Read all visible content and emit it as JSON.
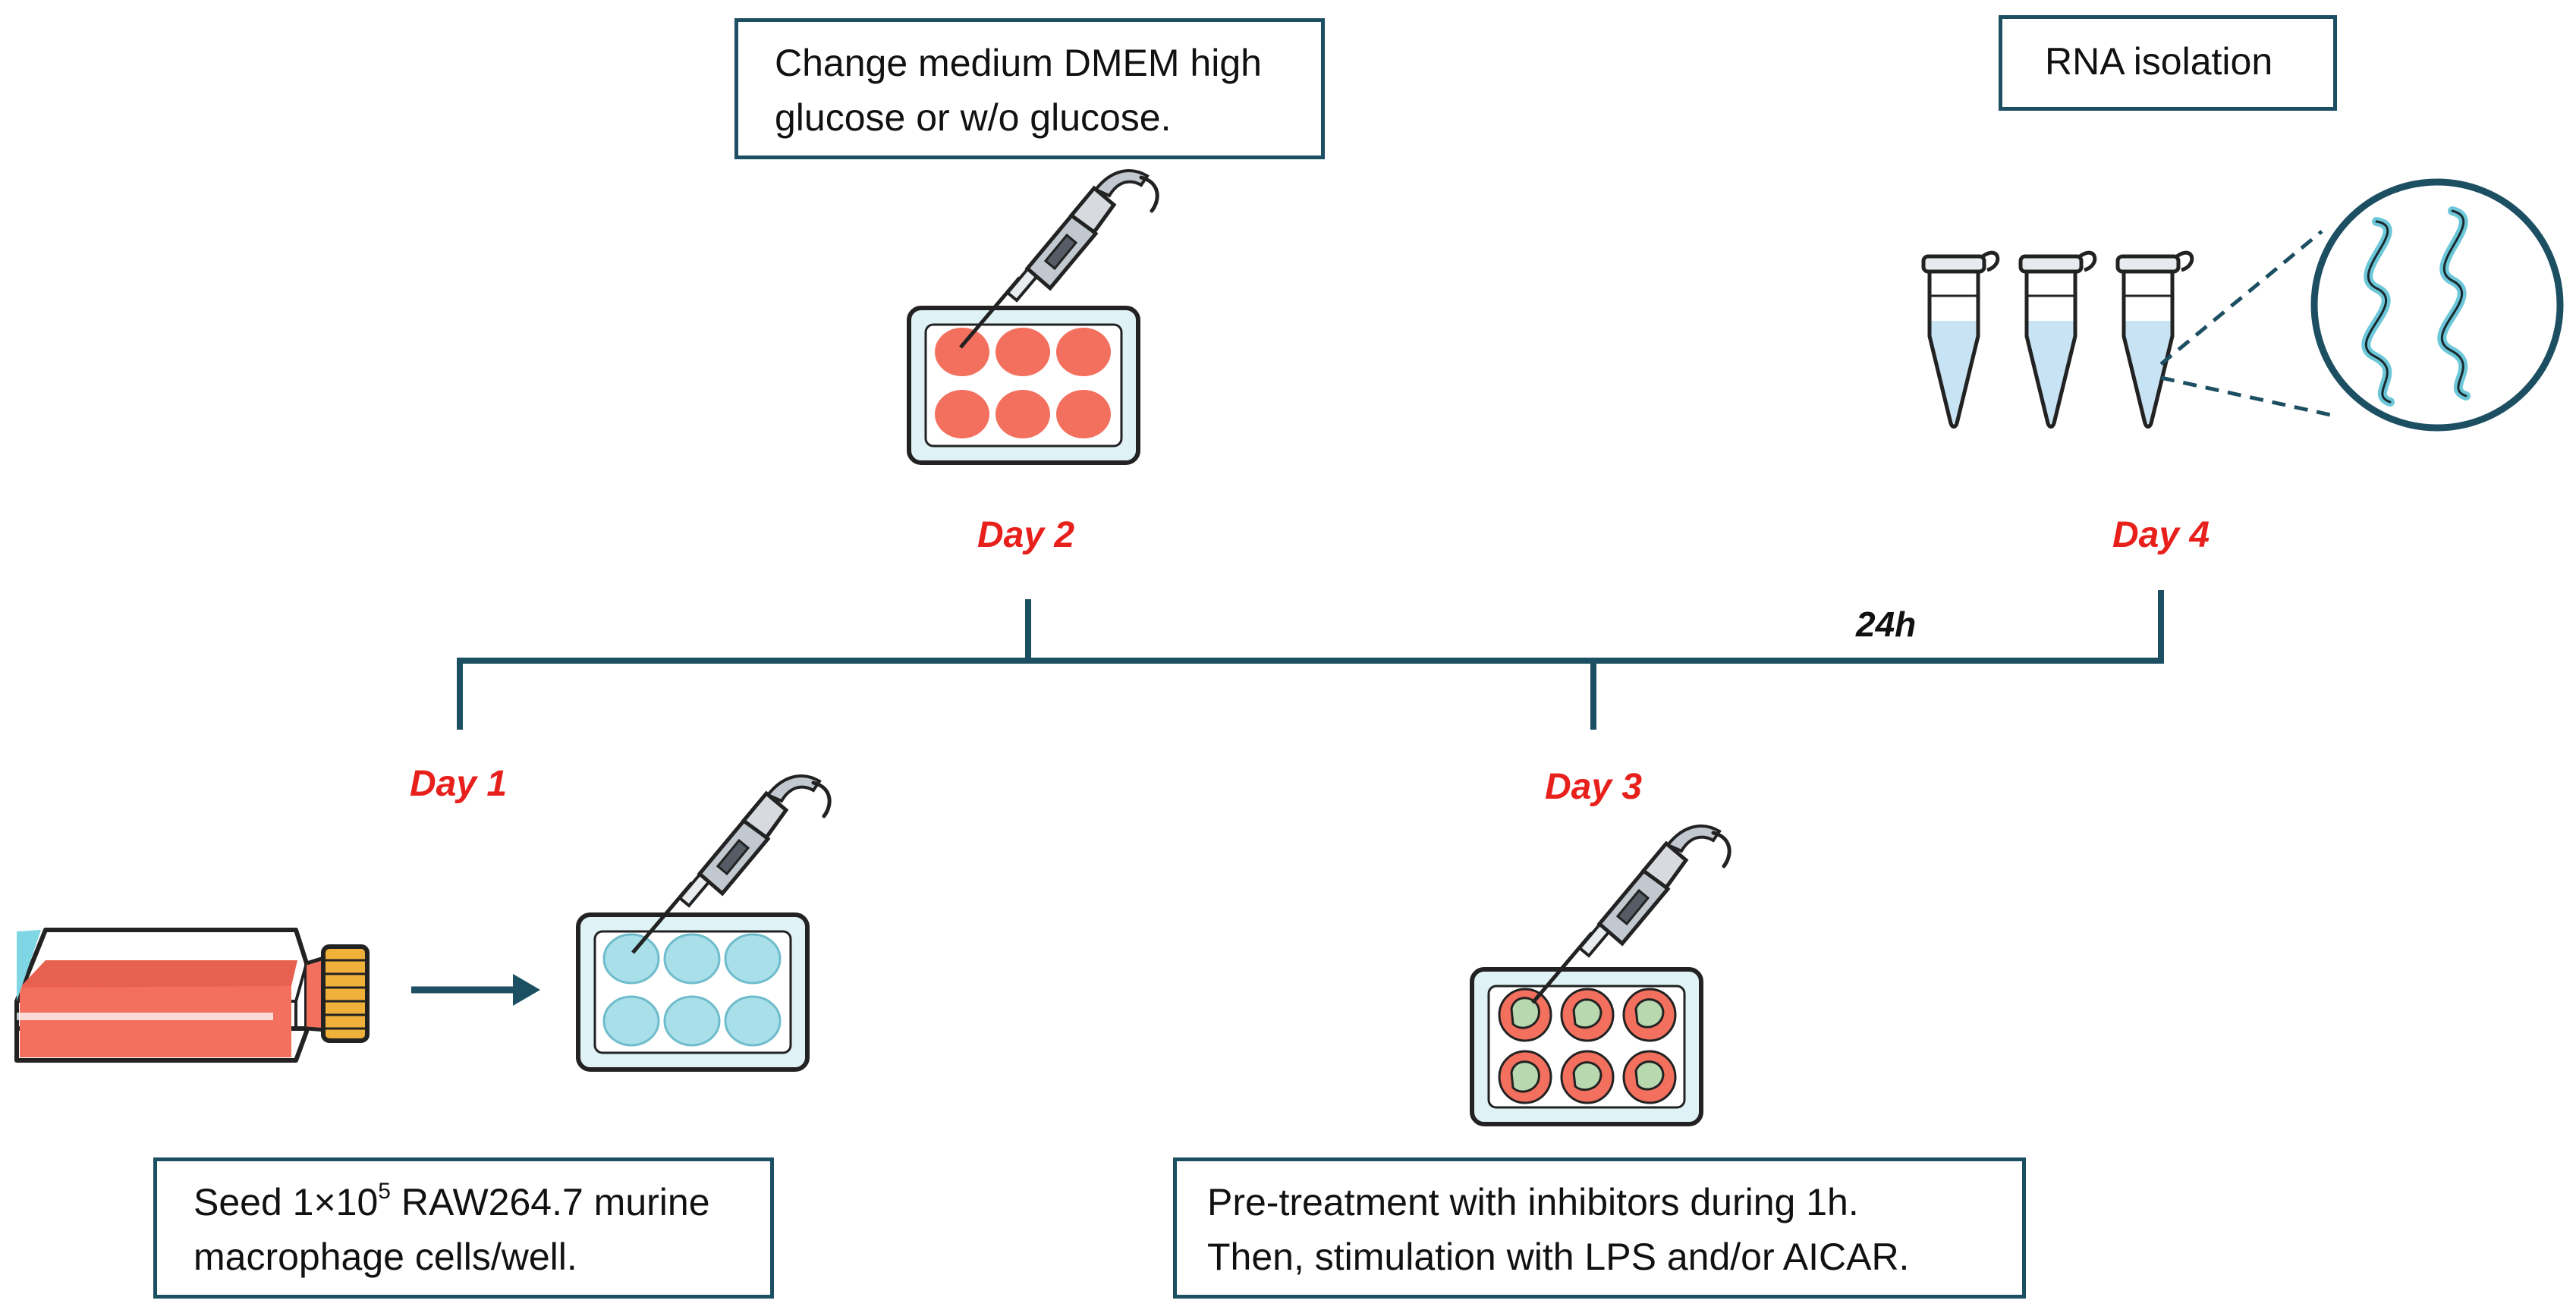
{
  "steps": {
    "day1": {
      "label": "Day 1",
      "text_prefix": "Seed 1×10",
      "exponent": "5",
      "text_suffix": " RAW264.7 murine",
      "text_line2": "macrophage cells/well."
    },
    "day2": {
      "label": "Day 2",
      "text_line1": "Change medium DMEM high",
      "text_line2": "glucose or w/o glucose."
    },
    "day3": {
      "label": "Day 3",
      "text_line1": "Pre-treatment with inhibitors during 1h.",
      "text_line2": "Then, stimulation with LPS and/or AICAR."
    },
    "day4": {
      "label": "Day 4",
      "text": "RNA isolation"
    }
  },
  "interval_label": "24h",
  "colors": {
    "frame": "#1d4f63",
    "day_label": "#e8201c",
    "medium_red": "#f3705e",
    "cells_blue": "#a9dfe9",
    "tube_liquid": "#c7e3f4"
  },
  "icons": [
    "culture-flask-icon",
    "arrow-right-icon",
    "well-plate-icon",
    "pipette-icon",
    "microtube-icon",
    "rna-helix-icon"
  ]
}
